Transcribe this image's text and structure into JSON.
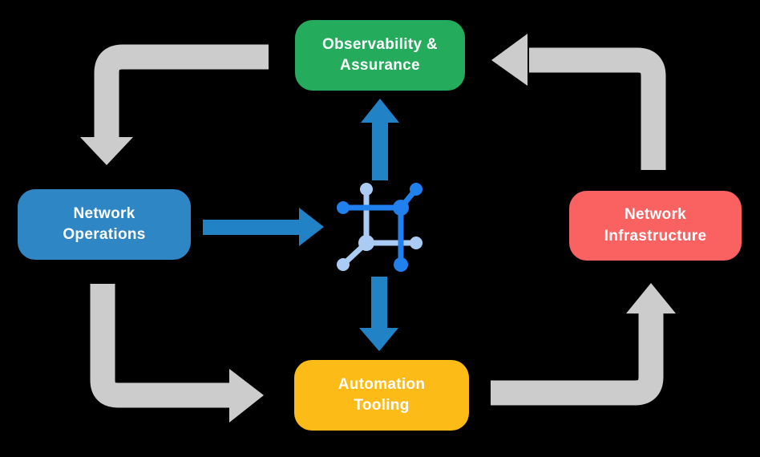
{
  "canvas": {
    "background": "#000000",
    "text_color": "#ffffff"
  },
  "nodes": [
    {
      "id": "observability",
      "label": "Observability &\nAssurance",
      "color": "#24AC5C"
    },
    {
      "id": "operations",
      "label": "Network\nOperations",
      "color": "#2E86C5"
    },
    {
      "id": "infrastructure",
      "label": "Network\nInfrastructure",
      "color": "#FA6262"
    },
    {
      "id": "automation",
      "label": "Automation\nTooling",
      "color": "#FCBB16"
    }
  ],
  "hub": {
    "icon": "network-node-icon",
    "color_primary": "#2080EE",
    "color_secondary": "#A9CBF4"
  },
  "arrows": {
    "cycle_color": "#CCCCCC",
    "hub_arrow_color": "#2182C6",
    "cycle": [
      {
        "from": "observability",
        "to": "operations"
      },
      {
        "from": "operations",
        "to": "automation"
      },
      {
        "from": "automation",
        "to": "infrastructure"
      },
      {
        "from": "infrastructure",
        "to": "observability"
      }
    ],
    "hub_links": [
      {
        "from": "operations",
        "to": "hub"
      },
      {
        "from": "hub",
        "to": "observability"
      },
      {
        "from": "hub",
        "to": "automation"
      }
    ]
  }
}
